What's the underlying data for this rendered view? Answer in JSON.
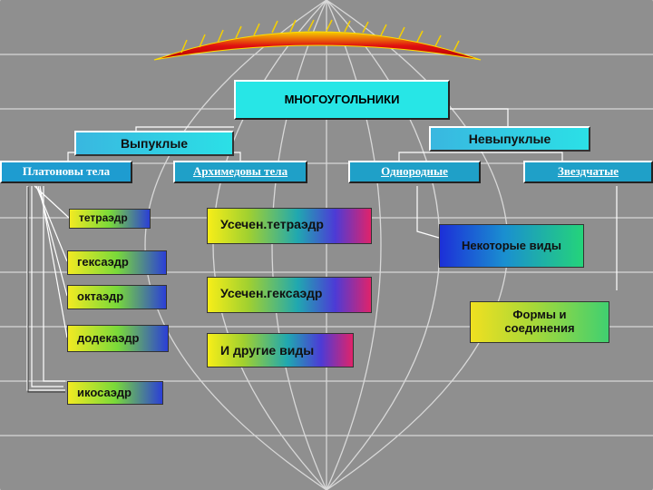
{
  "colors": {
    "background": "#8f8f8f",
    "grid_lines": "#d8d8d8",
    "header_fill": "#27e6e6",
    "wordart_red": "#e01010",
    "wordart_yellow": "#f5d000"
  },
  "wordart_title": "Классификация многогранников",
  "root": {
    "label": "МНОГОУГОЛЬНИКИ"
  },
  "branches": {
    "convex": {
      "label": "Выпуклые"
    },
    "nonconvex": {
      "label": "Невыпуклые"
    }
  },
  "groups": {
    "platonic": {
      "label": "Платоновы тела"
    },
    "archimedean": {
      "label": "Архимедовы тела"
    },
    "uniform": {
      "label": "Однородные"
    },
    "stellated": {
      "label": "Звездчатые"
    }
  },
  "platonic_items": [
    "тетраэдр",
    "гексаэдр",
    "октаэдр",
    "додекаэдр",
    "икосаэдр"
  ],
  "archimedean_items": [
    "Усечен.тетраэдр",
    "Усечен.гексаэдр",
    "И другие виды"
  ],
  "uniform_items": [
    "Некоторые виды"
  ],
  "stellated_items": [
    "Формы и соединения"
  ]
}
